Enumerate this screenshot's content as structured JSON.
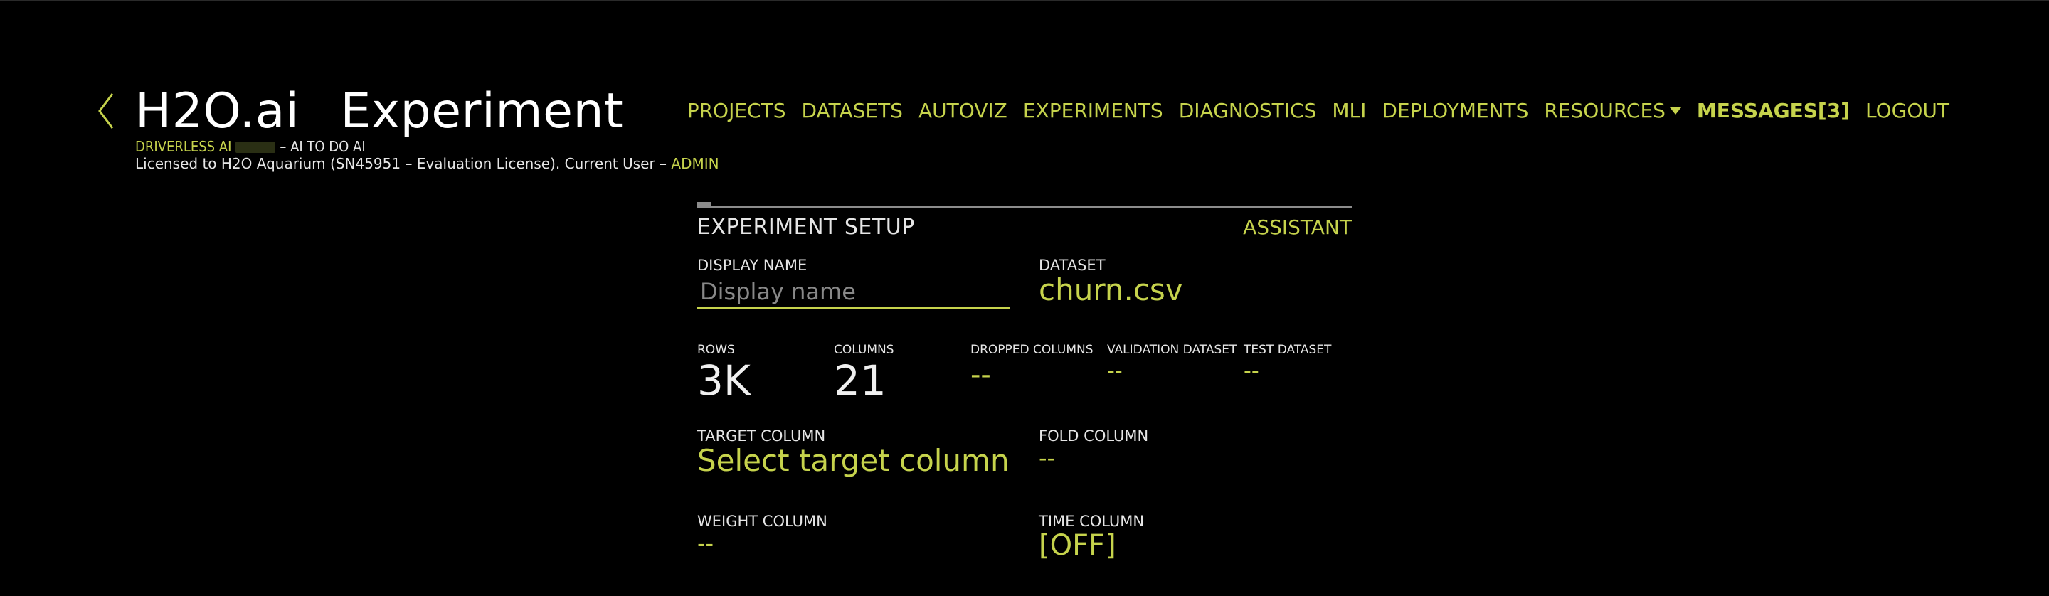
{
  "header": {
    "brand": "H2O.ai",
    "page_title": "Experiment",
    "product": "DRIVERLESS AI",
    "tagline": "– AI TO DO AI",
    "license_text": "Licensed to H2O Aquarium (SN45951 – Evaluation License). Current User –",
    "current_user": "ADMIN"
  },
  "nav": {
    "projects": "PROJECTS",
    "datasets": "DATASETS",
    "autoviz": "AUTOVIZ",
    "experiments": "EXPERIMENTS",
    "diagnostics": "DIAGNOSTICS",
    "mli": "MLI",
    "deployments": "DEPLOYMENTS",
    "resources": "RESOURCES",
    "messages": "MESSAGES[3]",
    "logout": "LOGOUT"
  },
  "setup": {
    "title": "EXPERIMENT SETUP",
    "assistant": "ASSISTANT",
    "display_name_label": "DISPLAY NAME",
    "display_name_value": "",
    "display_name_placeholder": "Display name",
    "dataset_label": "DATASET",
    "dataset_value": "churn.csv",
    "rows_label": "ROWS",
    "rows_value": "3K",
    "columns_label": "COLUMNS",
    "columns_value": "21",
    "dropped_columns_label": "DROPPED COLUMNS",
    "dropped_columns_value": "--",
    "validation_dataset_label": "VALIDATION DATASET",
    "validation_dataset_value": "--",
    "test_dataset_label": "TEST DATASET",
    "test_dataset_value": "--",
    "target_column_label": "TARGET COLUMN",
    "target_column_value": "Select target column",
    "fold_column_label": "FOLD COLUMN",
    "fold_column_value": "--",
    "weight_column_label": "WEIGHT COLUMN",
    "weight_column_value": "--",
    "time_column_label": "TIME COLUMN",
    "time_column_value": "[OFF]"
  },
  "icons": {
    "back": "chevron-left-icon",
    "resources_caret": "caret-down-icon"
  },
  "colors": {
    "background": "#000000",
    "accent": "#c6d34c",
    "text": "#e6e6e6"
  }
}
